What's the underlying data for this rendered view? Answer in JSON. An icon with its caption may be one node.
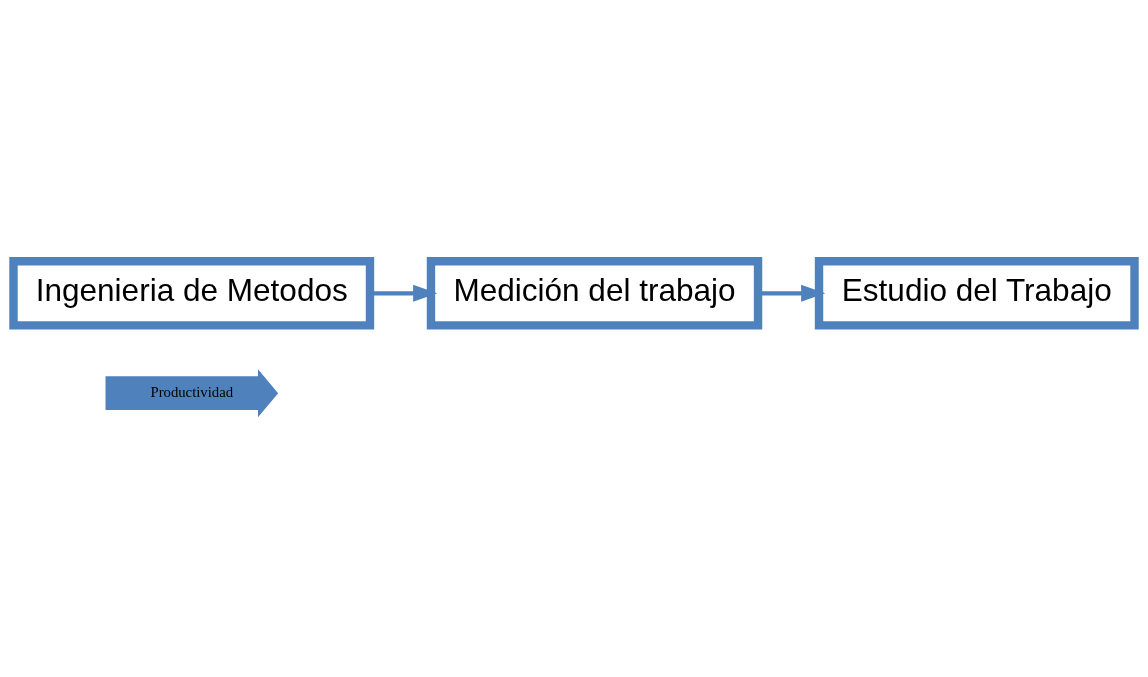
{
  "diagram": {
    "nodes": [
      {
        "text": [
          "Productividad"
        ]
      },
      {
        "text": [
          "Ingenieria de Metodos"
        ]
      },
      {
        "text": [
          "Medición del trabajo"
        ]
      },
      {
        "text": [
          "Estudio del Trabajo"
        ]
      }
    ],
    "edges": [
      {
        "from": 1,
        "to": 2,
        "arrow": "to"
      },
      {
        "from": 2,
        "to": 3,
        "arrow": "to"
      }
    ]
  }
}
